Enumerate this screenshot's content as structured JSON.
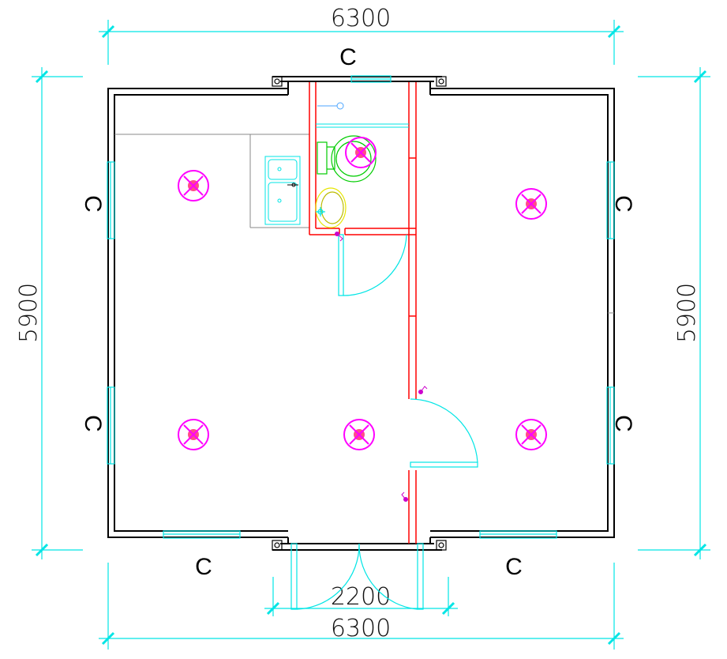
{
  "dimensions": {
    "top_width": "6300",
    "bottom_width": "6300",
    "door_width": "2200",
    "left_height": "5900",
    "right_height": "5900"
  },
  "window_label": "C",
  "colors": {
    "dimension": "#00e5e5",
    "wall": "#000000",
    "partition": "#ff0000",
    "door": "#00e5e5",
    "light_fixture": "#ff00ff",
    "toilet": "#00cc00",
    "basin": "#e6e600"
  }
}
